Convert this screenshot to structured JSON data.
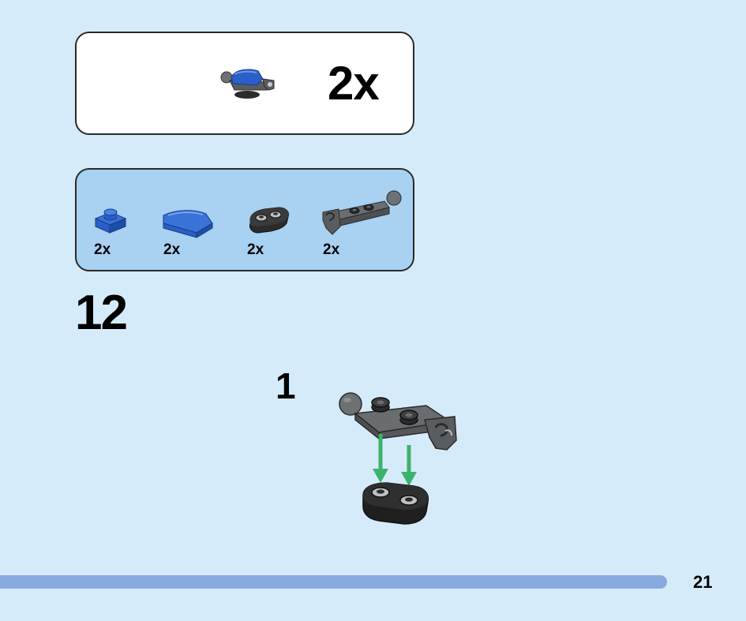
{
  "submodel": {
    "count_label": "2x",
    "preview_icon": "blue-curved-plate-assembly-icon"
  },
  "parts": [
    {
      "icon": "blue-plate-1x1-icon",
      "qty": "2x",
      "color": "#2a5fc7"
    },
    {
      "icon": "blue-curved-slope-icon",
      "qty": "2x",
      "color": "#2a5fc7"
    },
    {
      "icon": "black-plate-1x2-rounded-icon",
      "qty": "2x",
      "color": "#2b2b2b"
    },
    {
      "icon": "dark-grey-plate-ball-clip-icon",
      "qty": "2x",
      "color": "#5a5d60"
    }
  ],
  "step": {
    "number": "12"
  },
  "substep": {
    "number": "1"
  },
  "footer": {
    "page_number": "21"
  },
  "colors": {
    "background": "#d6ebf9",
    "parts_box": "#a8d1f2",
    "progress_bar": "#86aadd",
    "arrow": "#3bb36a"
  }
}
